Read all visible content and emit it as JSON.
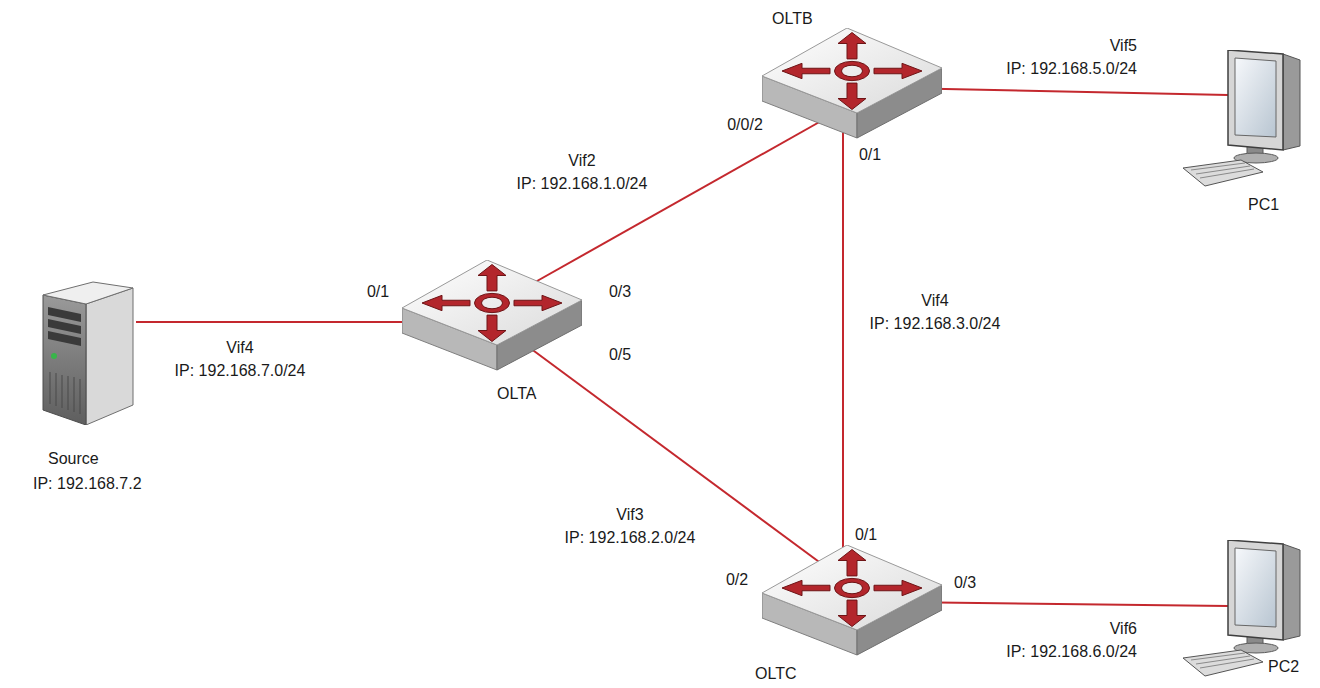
{
  "diagram": {
    "nodes": [
      {
        "text": [
          "OLTB"
        ]
      },
      {
        "text": [
          "PC1"
        ]
      },
      {
        "text": [
          "Source",
          "IP: 192.168.7.2"
        ]
      },
      {
        "text": [
          "OLTA"
        ]
      },
      {
        "text": [
          "OLTC"
        ]
      },
      {
        "text": [
          "PC2"
        ]
      }
    ],
    "edges": [
      {
        "from": 2,
        "to": 3,
        "arrow": "none",
        "label": "Vif4 IP: 192.168.7.0/24"
      },
      {
        "from": 3,
        "to": 0,
        "arrow": "none",
        "label": "Vif2 IP: 192.168.1.0/24"
      },
      {
        "from": 3,
        "to": 4,
        "arrow": "none",
        "label": "Vif3 IP: 192.168.2.0/24"
      },
      {
        "from": 0,
        "to": 4,
        "arrow": "none",
        "label": "Vif4 IP: 192.168.3.0/24"
      },
      {
        "from": 0,
        "to": 1,
        "arrow": "none",
        "label": "Vif5 IP: 192.168.5.0/24"
      },
      {
        "from": 4,
        "to": 5,
        "arrow": "none",
        "label": "Vif6 IP: 192.168.6.0/24"
      }
    ],
    "labels": [
      "0/0/2",
      "0/1",
      "0/1",
      "0/3",
      "0/5",
      "0/1",
      "0/2",
      "0/3"
    ]
  }
}
